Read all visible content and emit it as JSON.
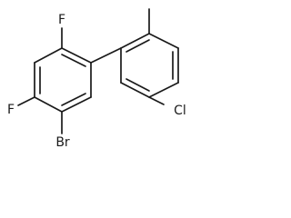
{
  "molecule": {
    "atoms": {
      "fluorine_top": "F",
      "fluorine_left": "F",
      "bromine": "Br",
      "chlorine": "Cl"
    }
  }
}
